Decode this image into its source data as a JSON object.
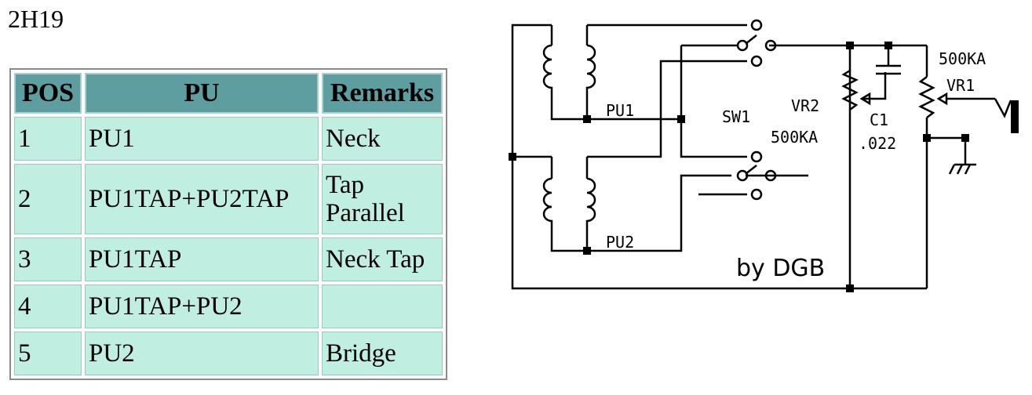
{
  "page_title": "2H19",
  "table": {
    "headers": [
      "POS",
      "PU",
      "Remarks"
    ],
    "rows": [
      {
        "pos": "1",
        "pu": "PU1",
        "remarks": [
          "Neck"
        ]
      },
      {
        "pos": "2",
        "pu": "PU1TAP+PU2TAP",
        "remarks": [
          "Tap",
          "Parallel"
        ]
      },
      {
        "pos": "3",
        "pu": "PU1TAP",
        "remarks": [
          "Neck Tap"
        ]
      },
      {
        "pos": "4",
        "pu": "PU1TAP+PU2",
        "remarks": [
          ""
        ]
      },
      {
        "pos": "5",
        "pu": "PU2",
        "remarks": [
          "Bridge"
        ]
      }
    ]
  },
  "schematic": {
    "labels": {
      "pu1": "PU1",
      "pu2": "PU2",
      "sw1": "SW1",
      "vr2": "VR2",
      "vr2_value": "500KA",
      "vr1": "VR1",
      "vr1_value": "500KA",
      "c1": "C1",
      "c1_value": ".022",
      "credit": "by DGB"
    }
  }
}
